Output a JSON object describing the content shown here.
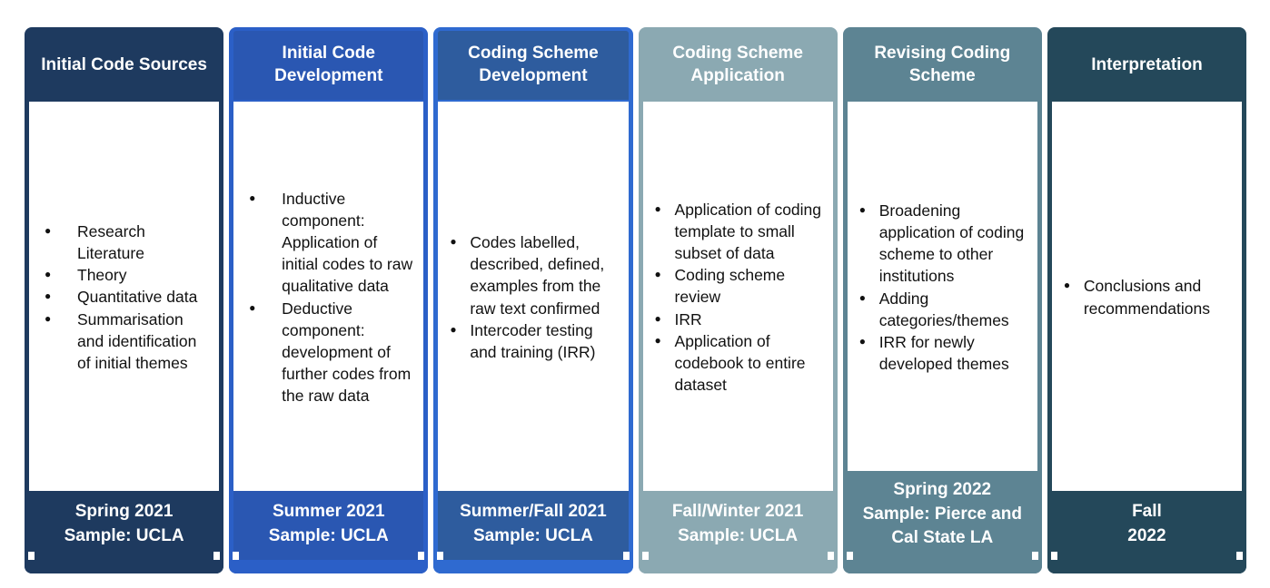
{
  "diagram": {
    "name": "qualitative-coding-process-timeline",
    "columns": [
      {
        "key": "initial-code-sources",
        "title": "Initial Code Sources",
        "theme": "#1E3A5F",
        "border": "#1E3A5F",
        "bullet_style": "wide",
        "bullets": [
          "Research Literature",
          "Theory",
          "Quantitative data",
          "Summarisation and identification of initial themes"
        ],
        "footer_lines": [
          "Spring 2021",
          "Sample: UCLA"
        ]
      },
      {
        "key": "initial-code-development",
        "title": "Initial Code Development",
        "theme": "#2A57B2",
        "border": "#2B5FC7",
        "bullet_style": "wide",
        "bullets": [
          "Inductive component: Application of initial codes to raw qualitative data",
          "Deductive component: development of further codes from the raw data"
        ],
        "footer_lines": [
          "Summer 2021",
          "Sample: UCLA"
        ]
      },
      {
        "key": "coding-scheme-development",
        "title": "Coding Scheme Development",
        "theme": "#2E5C9E",
        "border": "#2F6AD0",
        "bullet_style": "narrow",
        "bullets": [
          "Codes labelled, described, defined, examples from the raw text confirmed",
          "Intercoder testing and training (IRR)"
        ],
        "footer_lines": [
          "Summer/Fall 2021",
          "Sample: UCLA"
        ]
      },
      {
        "key": "coding-scheme-application",
        "title": "Coding Scheme Application",
        "theme": "#8BA9B2",
        "border": "#8BA9B2",
        "bullet_style": "narrow",
        "bullets": [
          "Application of coding template to small subset of data",
          "Coding scheme review",
          "IRR",
          "Application of codebook to entire dataset"
        ],
        "footer_lines": [
          "Fall/Winter 2021",
          "Sample: UCLA"
        ]
      },
      {
        "key": "revising-coding-scheme",
        "title": "Revising Coding Scheme",
        "theme": "#5D8493",
        "border": "#5D8493",
        "bullet_style": "narrow",
        "bullets": [
          "Broadening application of coding scheme to other institutions",
          "Adding categories/themes",
          "IRR for newly developed themes"
        ],
        "footer_lines": [
          "Spring 2022",
          "Sample: Pierce and",
          "Cal State LA"
        ]
      },
      {
        "key": "interpretation",
        "title": "Interpretation",
        "theme": "#24485A",
        "border": "#24485A",
        "bullet_style": "narrow",
        "bullets": [
          "Conclusions and recommendations"
        ],
        "footer_lines": [
          "Fall",
          "2022"
        ]
      }
    ]
  }
}
